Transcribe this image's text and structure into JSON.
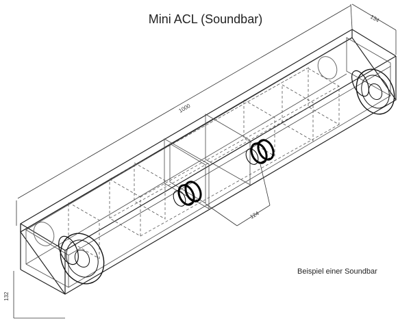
{
  "title": "Mini ACL (Soundbar)",
  "caption": "Beispiel einer Soundbar",
  "dimensions": {
    "length": "1000",
    "depth": "134",
    "height": "132",
    "port_spacing": "124"
  }
}
